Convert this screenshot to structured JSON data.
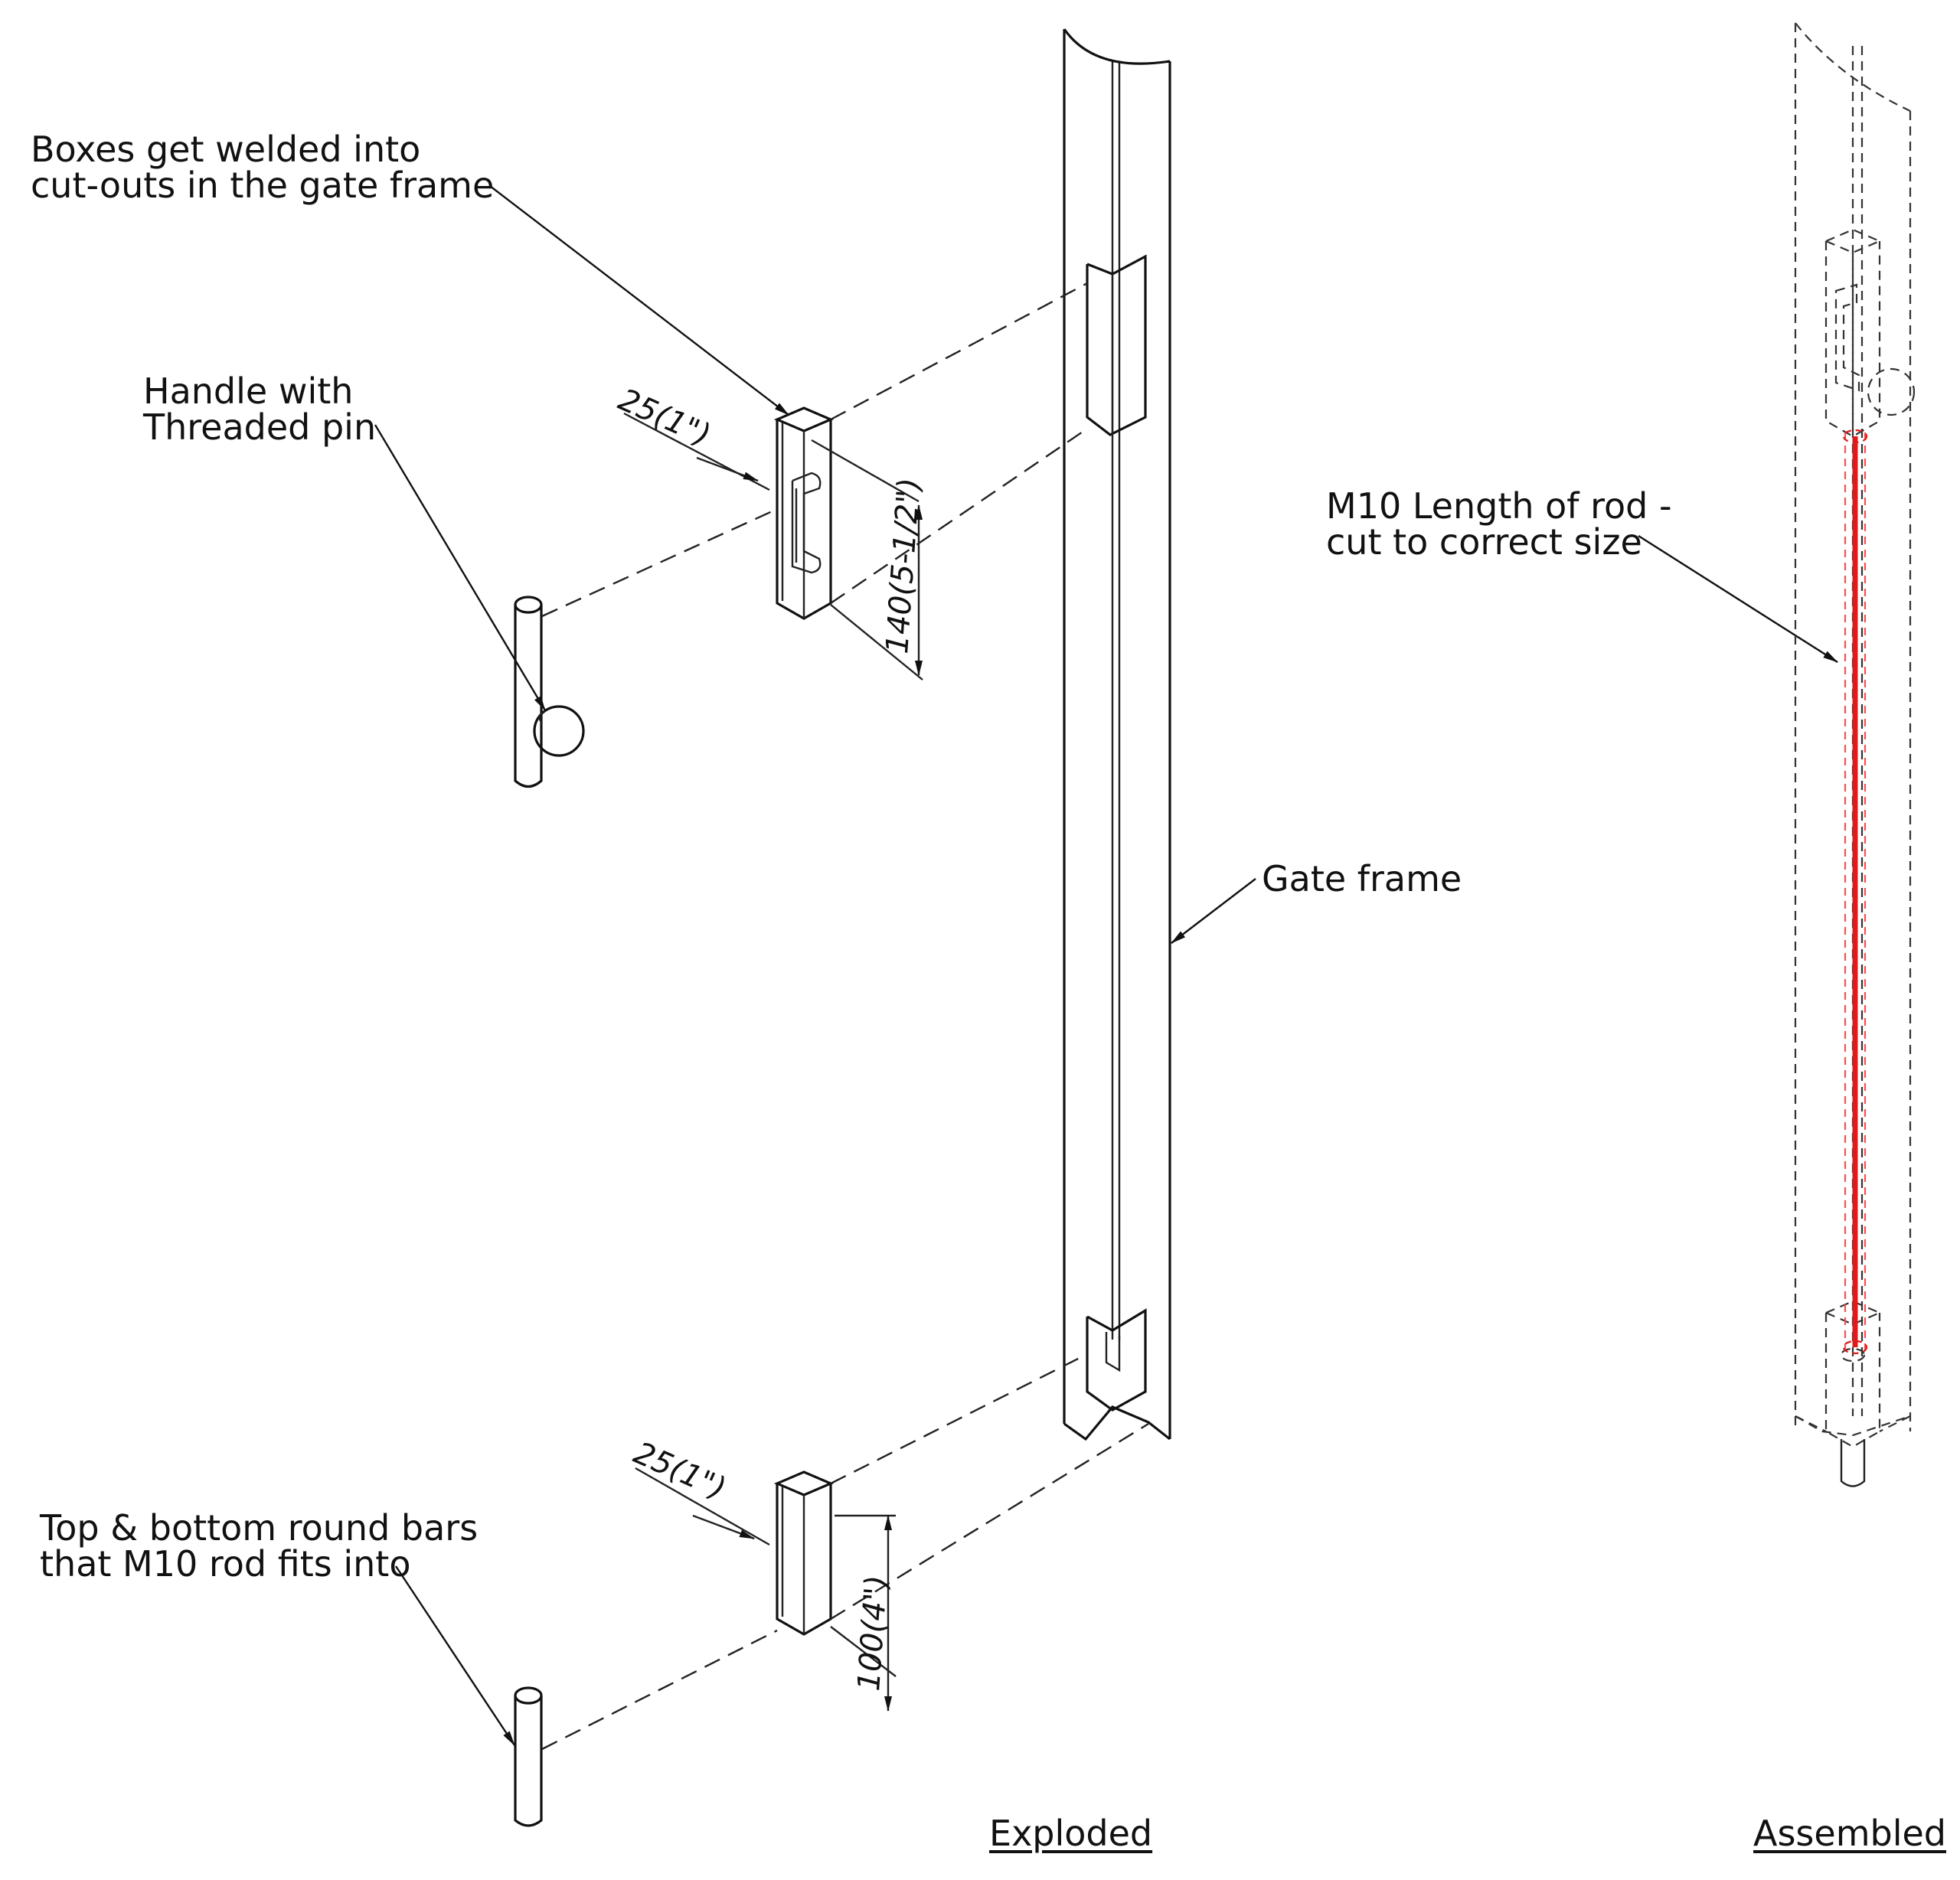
{
  "callouts": {
    "boxes": [
      "Boxes get welded into",
      "cut-outs in the gate frame"
    ],
    "handle": [
      "Handle with",
      "Threaded pin"
    ],
    "round_bars": [
      "Top & bottom round bars",
      "that M10 rod fits into"
    ],
    "gate_frame": "Gate frame",
    "rod": [
      "M10 Length of rod -",
      "cut to correct size"
    ]
  },
  "dimensions": {
    "top_box_width": "25(1\")",
    "top_box_height": "140(5-1/2\")",
    "bottom_box_width": "25(1\")",
    "bottom_box_height": "100(4\")"
  },
  "views": {
    "exploded": "Exploded",
    "assembled": "Assembled"
  },
  "colors": {
    "line": "#111111",
    "rod": "#e01a1a"
  }
}
